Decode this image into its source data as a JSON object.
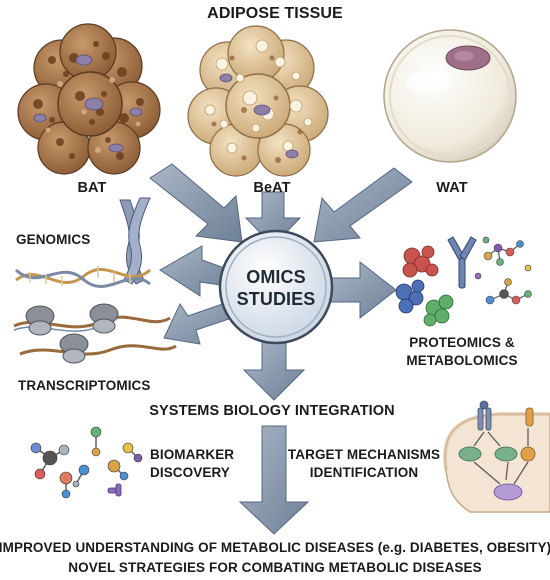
{
  "title": "ADIPOSE TISSUE",
  "tissues": {
    "bat": "BAT",
    "beat": "BeAT",
    "wat": "WAT"
  },
  "hub": {
    "line1": "OMICS",
    "line2": "STUDIES"
  },
  "omics": {
    "genomics": "GENOMICS",
    "transcriptomics": "TRANSCRIPTOMICS",
    "proteomics_line1": "PROTEOMICS &",
    "proteomics_line2": "METABOLOMICS"
  },
  "integration": "SYSTEMS BIOLOGY INTEGRATION",
  "outputs": {
    "biomarker_line1": "BIOMARKER",
    "biomarker_line2": "DISCOVERY",
    "target_line1": "TARGET MECHANISMS",
    "target_line2": "IDENTIFICATION"
  },
  "conclusion": {
    "line1": "IMPROVED UNDERSTANDING OF METABOLIC DISEASES (e.g. DIABETES, OBESITY)",
    "line2": "NOVEL STRATEGIES FOR COMBATING METABOLIC DISEASES"
  },
  "colors": {
    "arrow_fill": "#7d8fa6",
    "hub_fill": "#e4eaf2",
    "bat_cell": "#a9764a",
    "beat_cell": "#ddc398",
    "wat_cell": "#f2ede2"
  }
}
